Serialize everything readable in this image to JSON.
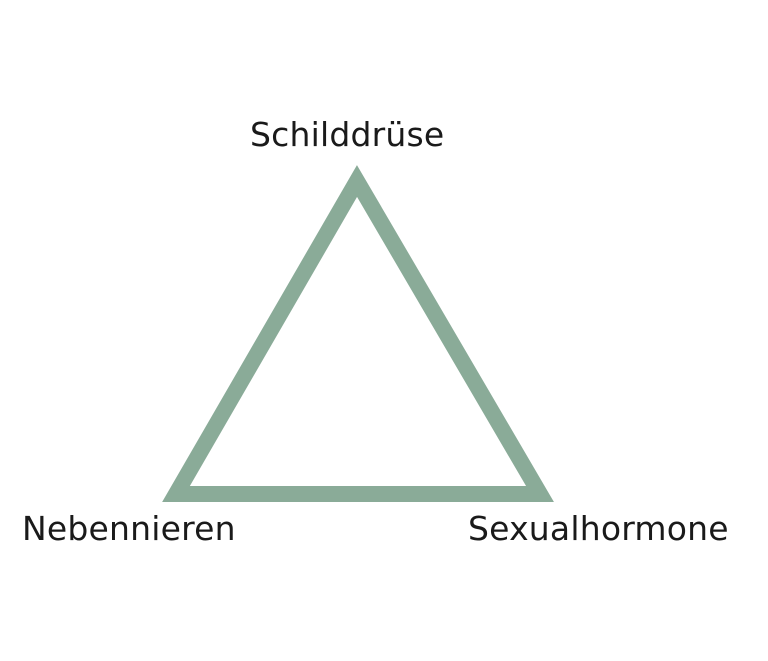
{
  "diagram": {
    "shape": "triangle",
    "stroke_color": "#8aab98",
    "labels": {
      "top": "Schilddrüse",
      "bottom_left": "Nebennieren",
      "bottom_right": "Sexualhormone"
    }
  }
}
